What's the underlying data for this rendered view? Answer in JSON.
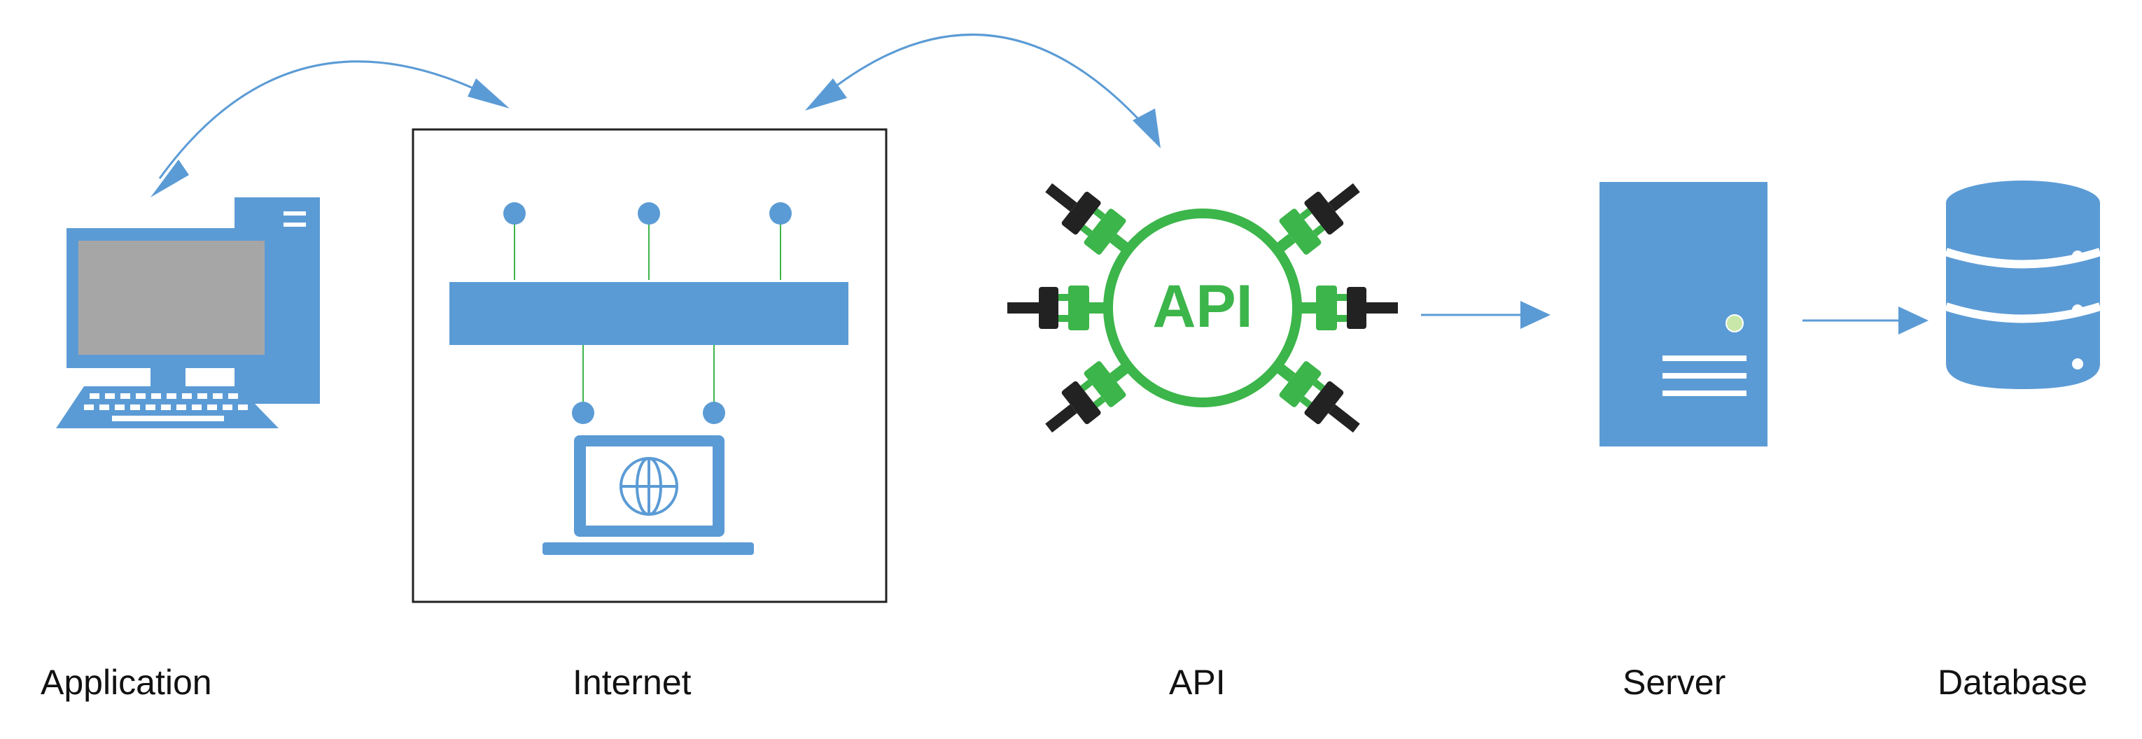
{
  "colors": {
    "primary_blue": "#5b9bd5",
    "api_green": "#3cb54a",
    "plug_black": "#222222",
    "screen_gray": "#a6a6a6",
    "frame_border": "#222222",
    "label_text": "#111111"
  },
  "nodes": {
    "application": {
      "label": "Application",
      "icon": "desktop-computer-icon"
    },
    "internet": {
      "label": "Internet",
      "icon": "network-laptop-icon"
    },
    "api": {
      "label": "API",
      "badge_text": "API",
      "icon": "api-plugs-icon"
    },
    "server": {
      "label": "Server",
      "icon": "server-tower-icon"
    },
    "database": {
      "label": "Database",
      "icon": "database-cylinder-icon"
    }
  },
  "connections": [
    {
      "from": "application",
      "to": "internet",
      "style": "curved-bidirectional"
    },
    {
      "from": "internet",
      "to": "api",
      "style": "curved-bidirectional"
    },
    {
      "from": "api",
      "to": "server",
      "style": "straight-arrow"
    },
    {
      "from": "server",
      "to": "database",
      "style": "straight-arrow"
    }
  ]
}
